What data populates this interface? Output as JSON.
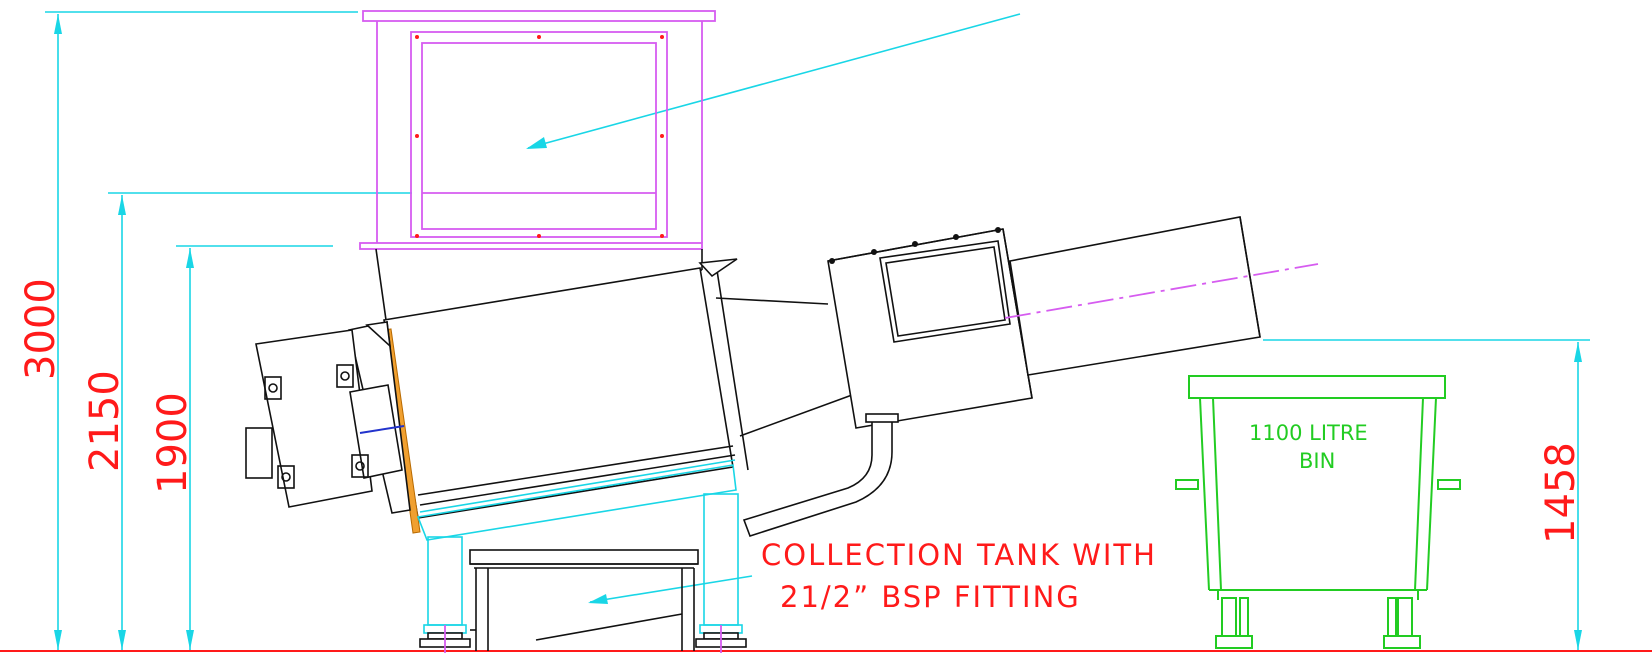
{
  "dimensions": {
    "overall_height": "3000",
    "hopper_top_height": "2150",
    "inlet_height": "1900",
    "discharge_height": "1458"
  },
  "notes": {
    "collection_tank_line1": "COLLECTION TANK WITH",
    "collection_tank_line2": "21/2” BSP FITTING"
  },
  "bin": {
    "line1": "1100 LITRE",
    "line2": "BIN"
  },
  "colors": {
    "dimension": "#19d6e6",
    "text_red": "#ff1a1a",
    "hopper": "#d65cf0",
    "bin": "#22cc22",
    "machine": "#111111"
  }
}
